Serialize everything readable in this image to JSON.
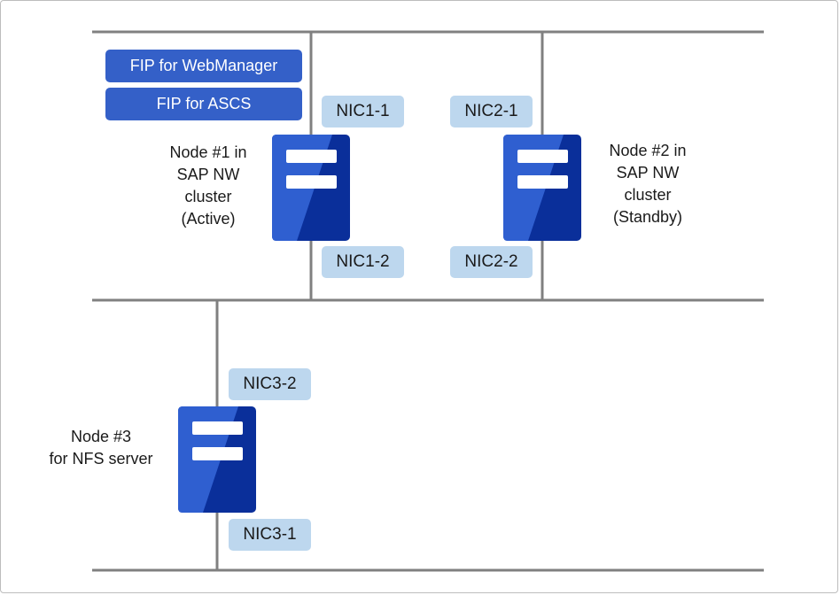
{
  "colors": {
    "line": "#808080",
    "fip_fill": "#3460c8",
    "nic_fill": "#bdd7ee",
    "server_dark": "#0a2f9a",
    "server_light": "#2f5fd0",
    "slot": "#ffffff"
  },
  "fips": [
    {
      "label": "FIP for WebManager"
    },
    {
      "label": "FIP for ASCS"
    }
  ],
  "nics": [
    {
      "label": "NIC1-1"
    },
    {
      "label": "NIC1-2"
    },
    {
      "label": "NIC2-1"
    },
    {
      "label": "NIC2-2"
    },
    {
      "label": "NIC3-2"
    },
    {
      "label": "NIC3-1"
    }
  ],
  "nodes": [
    {
      "label": "Node #1 in\nSAP NW\ncluster\n(Active)",
      "icon": "server-icon"
    },
    {
      "label": "Node #2 in\nSAP NW\ncluster\n(Standby)",
      "icon": "server-icon"
    },
    {
      "label": "Node #3\nfor NFS server",
      "icon": "server-icon"
    }
  ]
}
